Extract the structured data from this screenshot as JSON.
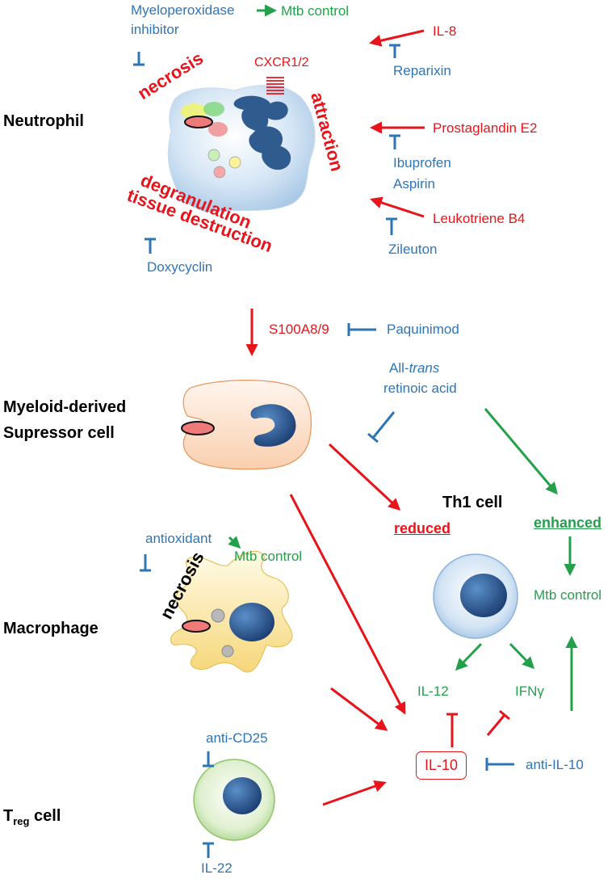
{
  "cells": {
    "neutrophil": "Neutrophil",
    "mdsc_line1": "Myeloid-derived",
    "mdsc_line2": "Supressor cell",
    "macrophage": "Macrophage",
    "treg_main": "T",
    "treg_sub": "reg",
    "treg_rest": " cell",
    "th1": "Th1 cell"
  },
  "neutrophil_processes": {
    "necrosis": "necrosis",
    "attraction": "attraction",
    "degranulation": "degranulation",
    "tissue_destruction": "tissue destruction",
    "cxcr": "CXCR1/2"
  },
  "mediators": {
    "il8": "IL-8",
    "pge2": "Prostaglandin E2",
    "ltb4": "Leukotriene B4",
    "s100": "S100A8/9",
    "il12": "IL-12",
    "ifng": "IFNγ",
    "il10": "IL-10"
  },
  "drugs": {
    "mpo_line1": "Myeloperoxidase",
    "mpo_line2": "inhibitor",
    "reparixin": "Reparixin",
    "ibuprofen": "Ibuprofen",
    "aspirin": "Aspirin",
    "zileuton": "Zileuton",
    "doxycyclin": "Doxycyclin",
    "paquinimod": "Paquinimod",
    "atra_line1_pre": "All-",
    "atra_line1_italic": "trans",
    "atra_line2": "retinoic acid",
    "antioxidant": "antioxidant",
    "anti_cd25": "anti-CD25",
    "anti_il10": "anti-IL-10",
    "il22": "IL-22"
  },
  "outcomes": {
    "mtb_control_top": "Mtb control",
    "mtb_control_mac": "Mtb control",
    "mtb_control_th1": "Mtb control",
    "reduced": "reduced",
    "enhanced": "enhanced",
    "mac_necrosis": "necrosis"
  },
  "colors": {
    "activation": "#e8141b",
    "inhibition": "#2e75b6",
    "protection": "#23a14a"
  }
}
